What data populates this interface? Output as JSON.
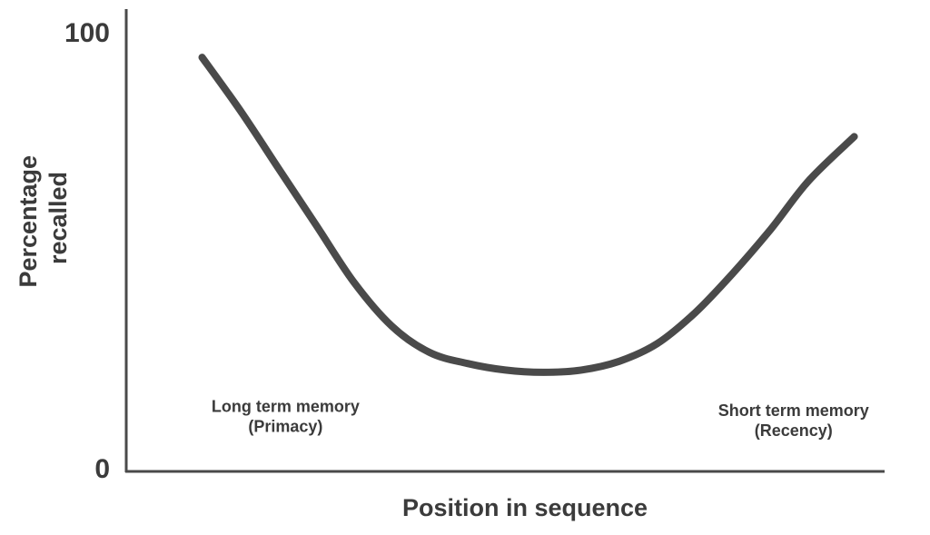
{
  "chart_data": {
    "type": "line",
    "title": "",
    "xlabel": "Position in sequence",
    "ylabel_lines": [
      "Percentage",
      "recalled"
    ],
    "y_tick_labels": [
      "0",
      "100"
    ],
    "ylim": [
      0,
      100
    ],
    "xlim": [
      0,
      100
    ],
    "grid": false,
    "color": "#4a4a4a",
    "series": [
      {
        "x": [
          10,
          15,
          20,
          25,
          30,
          35,
          40,
          45,
          50,
          55,
          60,
          65,
          70,
          75,
          80,
          85,
          90,
          96
        ],
        "values": [
          94,
          82,
          69,
          56,
          43,
          33,
          27,
          24.5,
          23,
          22.5,
          23,
          25,
          29,
          36,
          45,
          55,
          66,
          76
        ]
      }
    ],
    "annotations": [
      {
        "lines": [
          "Long term memory",
          "(Primacy)"
        ],
        "x": 21,
        "y": 9
      },
      {
        "lines": [
          "Short term memory",
          "(Recency)"
        ],
        "x": 88,
        "y": 8
      }
    ]
  }
}
